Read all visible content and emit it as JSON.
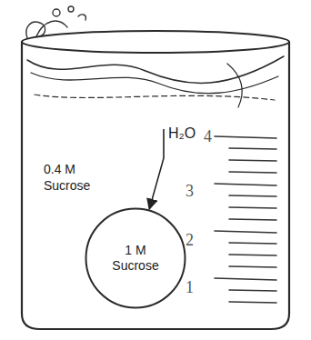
{
  "diagram": {
    "nodes": [
      {
        "text": [
          "0.4 M Sucrose"
        ]
      },
      {
        "text": [
          "1 M Sucrose"
        ],
        "in": 0
      }
    ],
    "edges": [
      {
        "from": 0,
        "to": 1,
        "arrow": "to",
        "label": "H₂O"
      }
    ],
    "labels": [
      "4",
      "3",
      "2",
      "1"
    ]
  }
}
